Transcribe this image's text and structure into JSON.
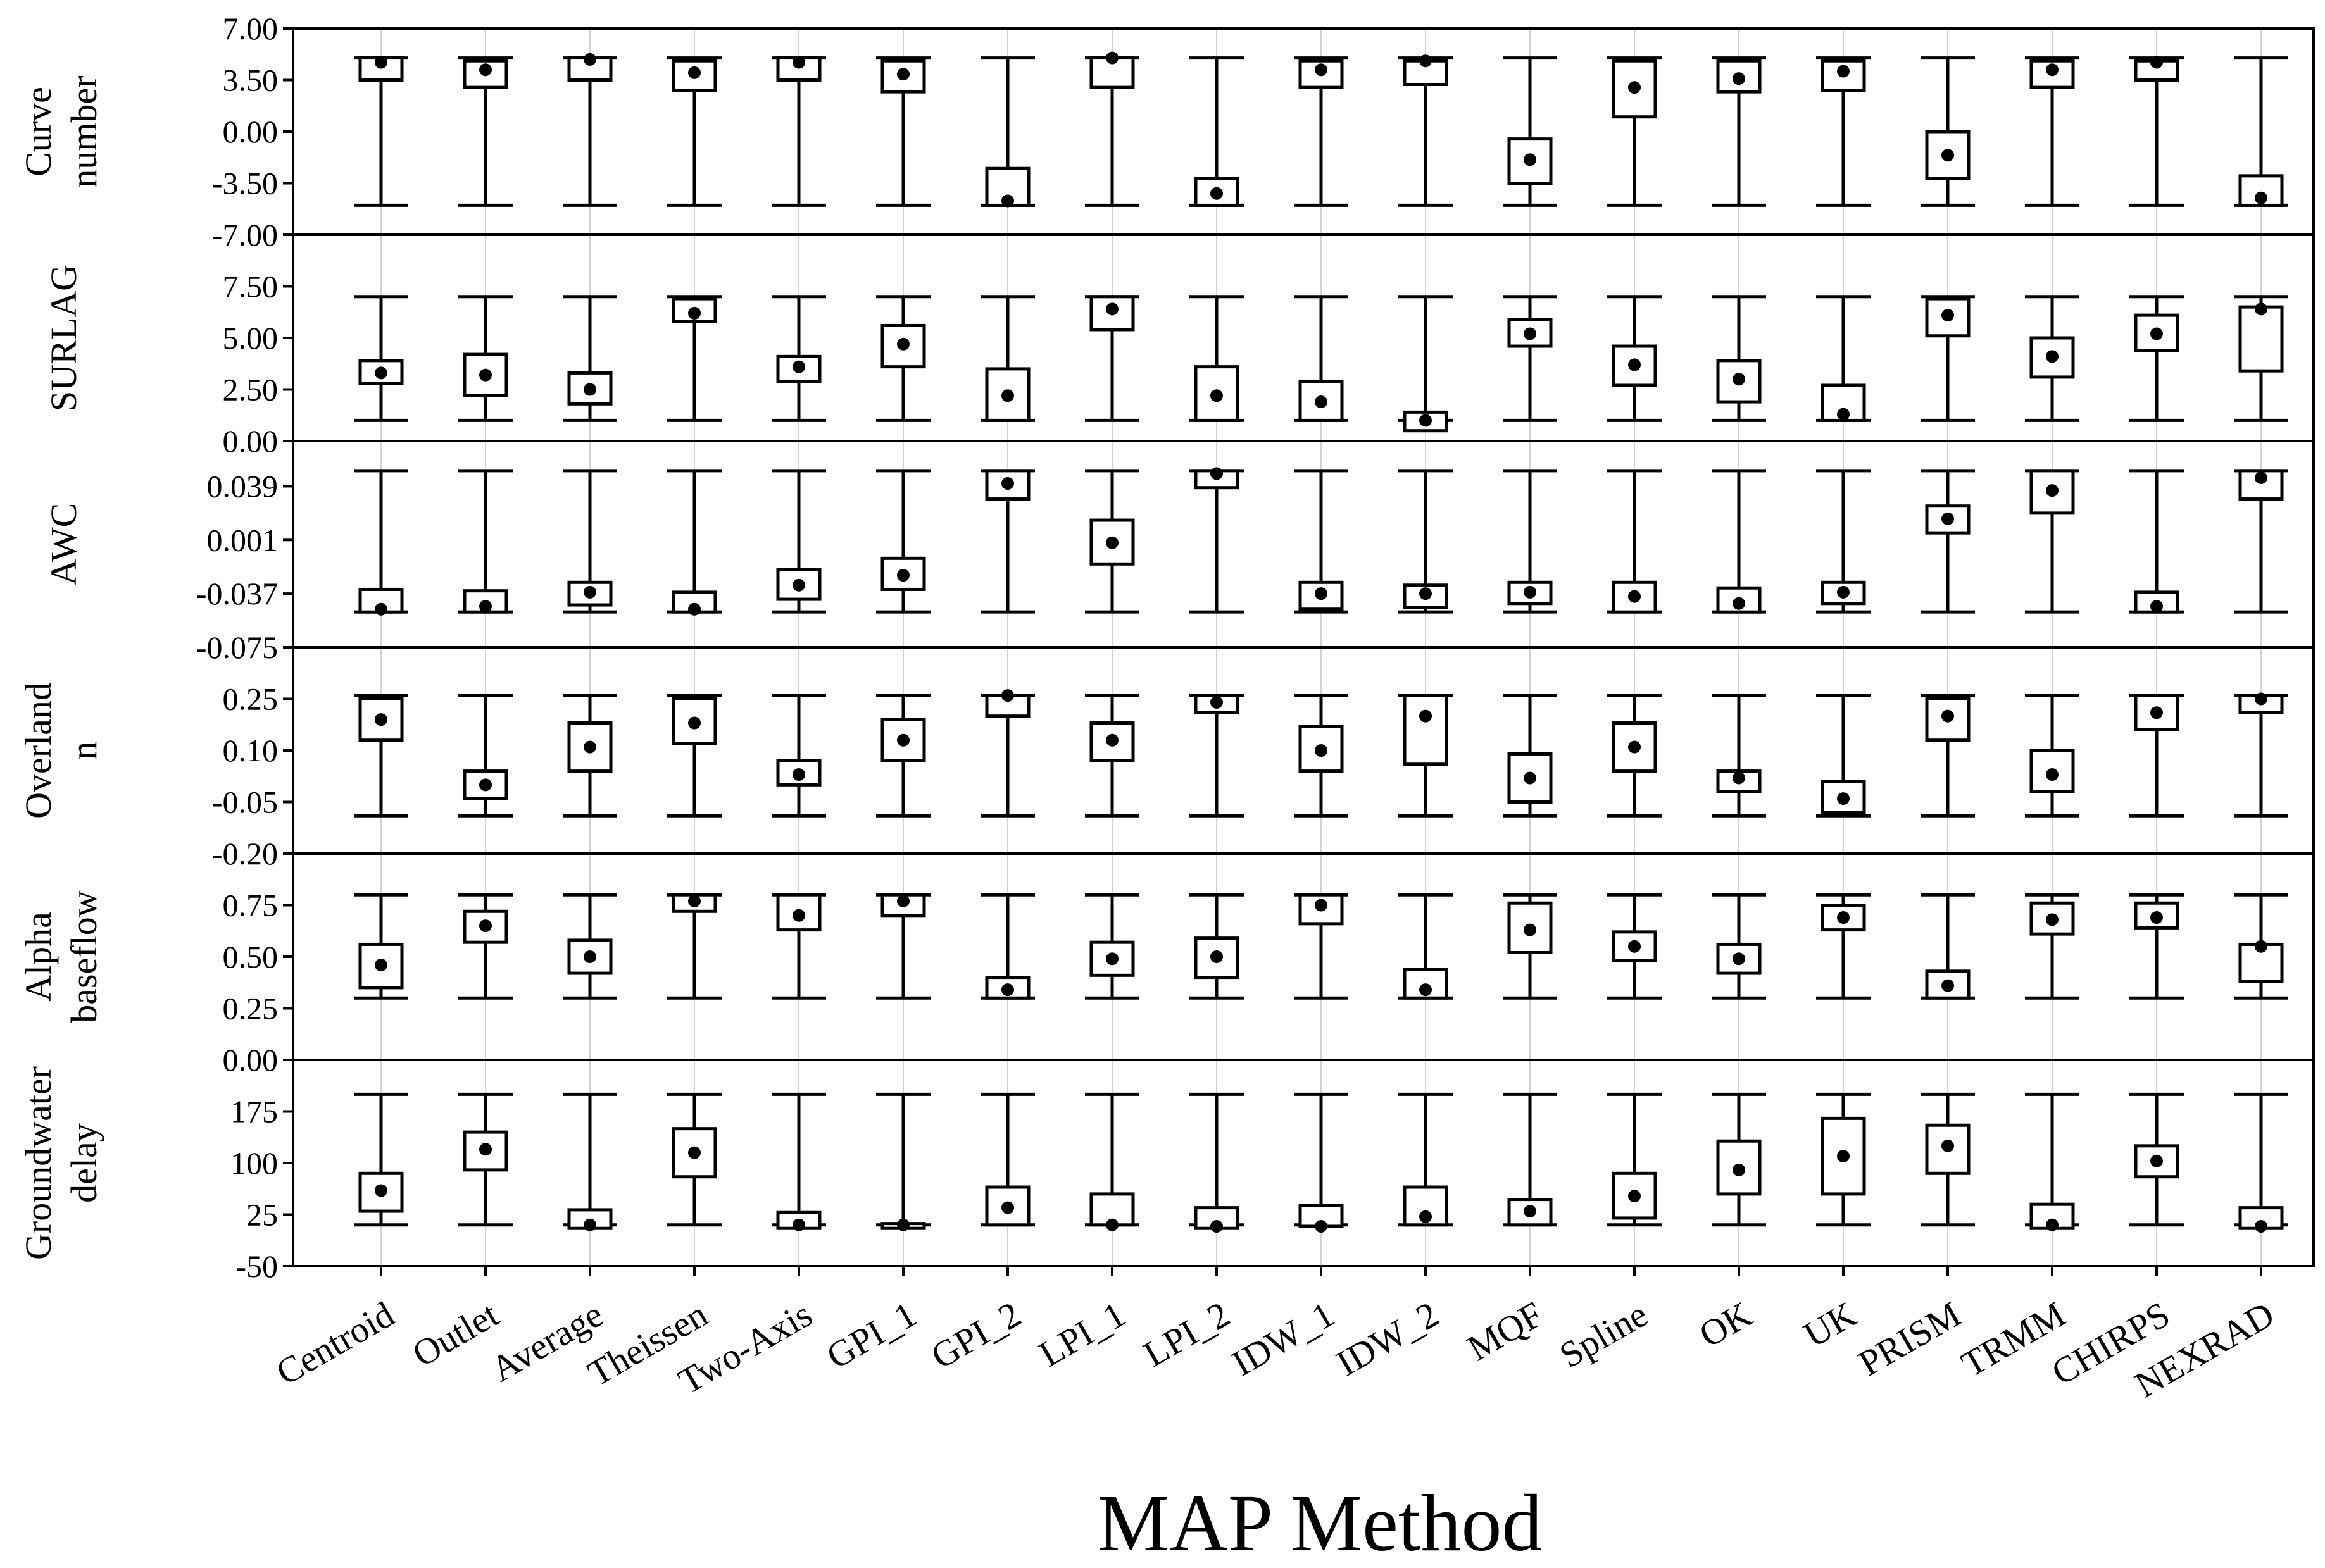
{
  "chart_data": {
    "type": "box",
    "xlabel": "MAP Method",
    "categories": [
      "Centroid",
      "Outlet",
      "Average",
      "Theissen",
      "Two-Axis",
      "GPI_1",
      "GPI_2",
      "LPI_1",
      "LPI_2",
      "IDW_1",
      "IDW_2",
      "MQF",
      "Spline",
      "OK",
      "UK",
      "PRISM",
      "TRMM",
      "CHIRPS",
      "NEXRAD"
    ],
    "panels": [
      {
        "ylabel_lines": [
          "Curve",
          "number"
        ],
        "ylim": [
          -7.0,
          7.0
        ],
        "tick_values": [
          7.0,
          3.5,
          0.0,
          -3.5,
          -7.0
        ],
        "tick_labels": [
          "7.00",
          "3.50",
          "0.00",
          "-3.50",
          "-7.00"
        ],
        "whisker": [
          -5,
          5
        ],
        "boxes": [
          {
            "q1": 3.5,
            "q3": 5.0,
            "dot": 4.7
          },
          {
            "q1": 3.0,
            "q3": 4.8,
            "dot": 4.2
          },
          {
            "q1": 3.5,
            "q3": 5.0,
            "dot": 4.9
          },
          {
            "q1": 2.8,
            "q3": 4.8,
            "dot": 4.0
          },
          {
            "q1": 3.5,
            "q3": 5.0,
            "dot": 4.7
          },
          {
            "q1": 2.7,
            "q3": 4.8,
            "dot": 3.9
          },
          {
            "q1": -5.0,
            "q3": -2.5,
            "dot": -4.7
          },
          {
            "q1": 3.0,
            "q3": 5.0,
            "dot": 5.0
          },
          {
            "q1": -5.0,
            "q3": -3.2,
            "dot": -4.2
          },
          {
            "q1": 3.0,
            "q3": 4.8,
            "dot": 4.2
          },
          {
            "q1": 3.2,
            "q3": 4.8,
            "dot": 4.8
          },
          {
            "q1": -3.5,
            "q3": -0.5,
            "dot": -1.9
          },
          {
            "q1": 1.0,
            "q3": 4.8,
            "dot": 3.0
          },
          {
            "q1": 2.7,
            "q3": 4.8,
            "dot": 3.6
          },
          {
            "q1": 2.8,
            "q3": 4.8,
            "dot": 4.1
          },
          {
            "q1": -3.2,
            "q3": 0.0,
            "dot": -1.6
          },
          {
            "q1": 3.0,
            "q3": 4.8,
            "dot": 4.2
          },
          {
            "q1": 3.5,
            "q3": 4.8,
            "dot": 4.7
          },
          {
            "q1": -5.0,
            "q3": -3.0,
            "dot": -4.5
          }
        ]
      },
      {
        "ylabel_lines": [
          "SURLAG"
        ],
        "ylim": [
          0.0,
          10.0
        ],
        "tick_values": [
          7.5,
          5.0,
          2.5,
          0.0
        ],
        "tick_labels": [
          "7.50",
          "5.00",
          "2.50",
          "0.00"
        ],
        "whisker": [
          1,
          7
        ],
        "boxes": [
          {
            "q1": 2.8,
            "q3": 3.9,
            "dot": 3.3
          },
          {
            "q1": 2.2,
            "q3": 4.2,
            "dot": 3.2
          },
          {
            "q1": 1.8,
            "q3": 3.3,
            "dot": 2.5
          },
          {
            "q1": 5.8,
            "q3": 6.9,
            "dot": 6.2
          },
          {
            "q1": 2.9,
            "q3": 4.1,
            "dot": 3.6
          },
          {
            "q1": 3.6,
            "q3": 5.6,
            "dot": 4.7
          },
          {
            "q1": 1.0,
            "q3": 3.5,
            "dot": 2.2
          },
          {
            "q1": 5.4,
            "q3": 7.0,
            "dot": 6.4
          },
          {
            "q1": 1.0,
            "q3": 3.6,
            "dot": 2.2
          },
          {
            "q1": 1.0,
            "q3": 2.9,
            "dot": 1.9
          },
          {
            "q1": 0.5,
            "q3": 1.4,
            "dot": 1.0
          },
          {
            "q1": 4.6,
            "q3": 5.9,
            "dot": 5.2
          },
          {
            "q1": 2.7,
            "q3": 4.6,
            "dot": 3.7
          },
          {
            "q1": 1.9,
            "q3": 3.9,
            "dot": 3.0
          },
          {
            "q1": 1.0,
            "q3": 2.7,
            "dot": 1.3
          },
          {
            "q1": 5.1,
            "q3": 6.9,
            "dot": 6.1
          },
          {
            "q1": 3.1,
            "q3": 5.0,
            "dot": 4.1
          },
          {
            "q1": 4.4,
            "q3": 6.1,
            "dot": 5.2
          },
          {
            "q1": 3.4,
            "q3": 6.5,
            "dot": 6.4
          }
        ]
      },
      {
        "ylabel_lines": [
          "AWC"
        ],
        "ylim": [
          -0.075,
          0.071
        ],
        "tick_values": [
          0.039,
          0.001,
          -0.037,
          -0.075
        ],
        "tick_labels": [
          "0.039",
          "0.001",
          "-0.037",
          "-0.075"
        ],
        "whisker": [
          -0.05,
          0.05
        ],
        "boxes": [
          {
            "q1": -0.05,
            "q3": -0.034,
            "dot": -0.048
          },
          {
            "q1": -0.05,
            "q3": -0.035,
            "dot": -0.046
          },
          {
            "q1": -0.045,
            "q3": -0.029,
            "dot": -0.036
          },
          {
            "q1": -0.05,
            "q3": -0.036,
            "dot": -0.048
          },
          {
            "q1": -0.041,
            "q3": -0.02,
            "dot": -0.031
          },
          {
            "q1": -0.034,
            "q3": -0.012,
            "dot": -0.024
          },
          {
            "q1": 0.03,
            "q3": 0.05,
            "dot": 0.041
          },
          {
            "q1": -0.016,
            "q3": 0.015,
            "dot": -0.001
          },
          {
            "q1": 0.038,
            "q3": 0.05,
            "dot": 0.048
          },
          {
            "q1": -0.048,
            "q3": -0.029,
            "dot": -0.037
          },
          {
            "q1": -0.047,
            "q3": -0.031,
            "dot": -0.037
          },
          {
            "q1": -0.044,
            "q3": -0.029,
            "dot": -0.036
          },
          {
            "q1": -0.05,
            "q3": -0.029,
            "dot": -0.039
          },
          {
            "q1": -0.05,
            "q3": -0.033,
            "dot": -0.044
          },
          {
            "q1": -0.044,
            "q3": -0.029,
            "dot": -0.036
          },
          {
            "q1": 0.006,
            "q3": 0.025,
            "dot": 0.016
          },
          {
            "q1": 0.02,
            "q3": 0.05,
            "dot": 0.036
          },
          {
            "q1": -0.05,
            "q3": -0.036,
            "dot": -0.046
          },
          {
            "q1": 0.03,
            "q3": 0.05,
            "dot": 0.045
          }
        ]
      },
      {
        "ylabel_lines": [
          "Overland",
          "n"
        ],
        "ylim": [
          -0.2,
          0.4
        ],
        "tick_values": [
          0.25,
          0.1,
          -0.05,
          -0.2
        ],
        "tick_labels": [
          "0.25",
          "0.10",
          "-0.05",
          "-0.20"
        ],
        "whisker": [
          -0.09,
          0.26
        ],
        "boxes": [
          {
            "q1": 0.13,
            "q3": 0.25,
            "dot": 0.19
          },
          {
            "q1": -0.04,
            "q3": 0.04,
            "dot": 0.0
          },
          {
            "q1": 0.04,
            "q3": 0.18,
            "dot": 0.11
          },
          {
            "q1": 0.12,
            "q3": 0.25,
            "dot": 0.18
          },
          {
            "q1": 0.0,
            "q3": 0.07,
            "dot": 0.03
          },
          {
            "q1": 0.07,
            "q3": 0.19,
            "dot": 0.13
          },
          {
            "q1": 0.2,
            "q3": 0.26,
            "dot": 0.26
          },
          {
            "q1": 0.07,
            "q3": 0.18,
            "dot": 0.13
          },
          {
            "q1": 0.21,
            "q3": 0.26,
            "dot": 0.24
          },
          {
            "q1": 0.04,
            "q3": 0.17,
            "dot": 0.1
          },
          {
            "q1": 0.06,
            "q3": 0.26,
            "dot": 0.2
          },
          {
            "q1": -0.05,
            "q3": 0.09,
            "dot": 0.02
          },
          {
            "q1": 0.04,
            "q3": 0.18,
            "dot": 0.11
          },
          {
            "q1": -0.02,
            "q3": 0.04,
            "dot": 0.02
          },
          {
            "q1": -0.08,
            "q3": 0.01,
            "dot": -0.04
          },
          {
            "q1": 0.13,
            "q3": 0.25,
            "dot": 0.2
          },
          {
            "q1": -0.02,
            "q3": 0.1,
            "dot": 0.03
          },
          {
            "q1": 0.16,
            "q3": 0.26,
            "dot": 0.21
          },
          {
            "q1": 0.21,
            "q3": 0.26,
            "dot": 0.25
          }
        ]
      },
      {
        "ylabel_lines": [
          "Alpha",
          "baseflow"
        ],
        "ylim": [
          0.0,
          1.0
        ],
        "tick_values": [
          0.75,
          0.5,
          0.25,
          0.0
        ],
        "tick_labels": [
          "0.75",
          "0.50",
          "0.25",
          "0.00"
        ],
        "whisker": [
          0.3,
          0.8
        ],
        "boxes": [
          {
            "q1": 0.35,
            "q3": 0.56,
            "dot": 0.46
          },
          {
            "q1": 0.57,
            "q3": 0.72,
            "dot": 0.65
          },
          {
            "q1": 0.42,
            "q3": 0.58,
            "dot": 0.5
          },
          {
            "q1": 0.72,
            "q3": 0.8,
            "dot": 0.77
          },
          {
            "q1": 0.63,
            "q3": 0.8,
            "dot": 0.7
          },
          {
            "q1": 0.7,
            "q3": 0.8,
            "dot": 0.77
          },
          {
            "q1": 0.3,
            "q3": 0.4,
            "dot": 0.34
          },
          {
            "q1": 0.41,
            "q3": 0.57,
            "dot": 0.49
          },
          {
            "q1": 0.4,
            "q3": 0.59,
            "dot": 0.5
          },
          {
            "q1": 0.66,
            "q3": 0.8,
            "dot": 0.75
          },
          {
            "q1": 0.3,
            "q3": 0.44,
            "dot": 0.34
          },
          {
            "q1": 0.52,
            "q3": 0.76,
            "dot": 0.63
          },
          {
            "q1": 0.48,
            "q3": 0.62,
            "dot": 0.55
          },
          {
            "q1": 0.42,
            "q3": 0.56,
            "dot": 0.49
          },
          {
            "q1": 0.63,
            "q3": 0.75,
            "dot": 0.69
          },
          {
            "q1": 0.3,
            "q3": 0.43,
            "dot": 0.36
          },
          {
            "q1": 0.61,
            "q3": 0.76,
            "dot": 0.68
          },
          {
            "q1": 0.64,
            "q3": 0.76,
            "dot": 0.69
          },
          {
            "q1": 0.38,
            "q3": 0.56,
            "dot": 0.55
          }
        ]
      },
      {
        "ylabel_lines": [
          "Groundwater",
          "delay"
        ],
        "ylim": [
          -50,
          250
        ],
        "tick_values": [
          175,
          100,
          25,
          -50
        ],
        "tick_labels": [
          "175",
          "100",
          "25",
          "-50"
        ],
        "whisker": [
          10,
          200
        ],
        "boxes": [
          {
            "q1": 30,
            "q3": 85,
            "dot": 60
          },
          {
            "q1": 90,
            "q3": 145,
            "dot": 120
          },
          {
            "q1": 5,
            "q3": 32,
            "dot": 10
          },
          {
            "q1": 80,
            "q3": 150,
            "dot": 115
          },
          {
            "q1": 5,
            "q3": 28,
            "dot": 10
          },
          {
            "q1": 5,
            "q3": 12,
            "dot": 10
          },
          {
            "q1": 10,
            "q3": 65,
            "dot": 35
          },
          {
            "q1": 10,
            "q3": 55,
            "dot": 10
          },
          {
            "q1": 5,
            "q3": 35,
            "dot": 8
          },
          {
            "q1": 8,
            "q3": 38,
            "dot": 8
          },
          {
            "q1": 10,
            "q3": 65,
            "dot": 22
          },
          {
            "q1": 10,
            "q3": 47,
            "dot": 30
          },
          {
            "q1": 20,
            "q3": 85,
            "dot": 52
          },
          {
            "q1": 55,
            "q3": 132,
            "dot": 90
          },
          {
            "q1": 55,
            "q3": 165,
            "dot": 110
          },
          {
            "q1": 85,
            "q3": 155,
            "dot": 125
          },
          {
            "q1": 5,
            "q3": 40,
            "dot": 10
          },
          {
            "q1": 80,
            "q3": 125,
            "dot": 103
          },
          {
            "q1": 5,
            "q3": 35,
            "dot": 8
          }
        ]
      }
    ]
  }
}
